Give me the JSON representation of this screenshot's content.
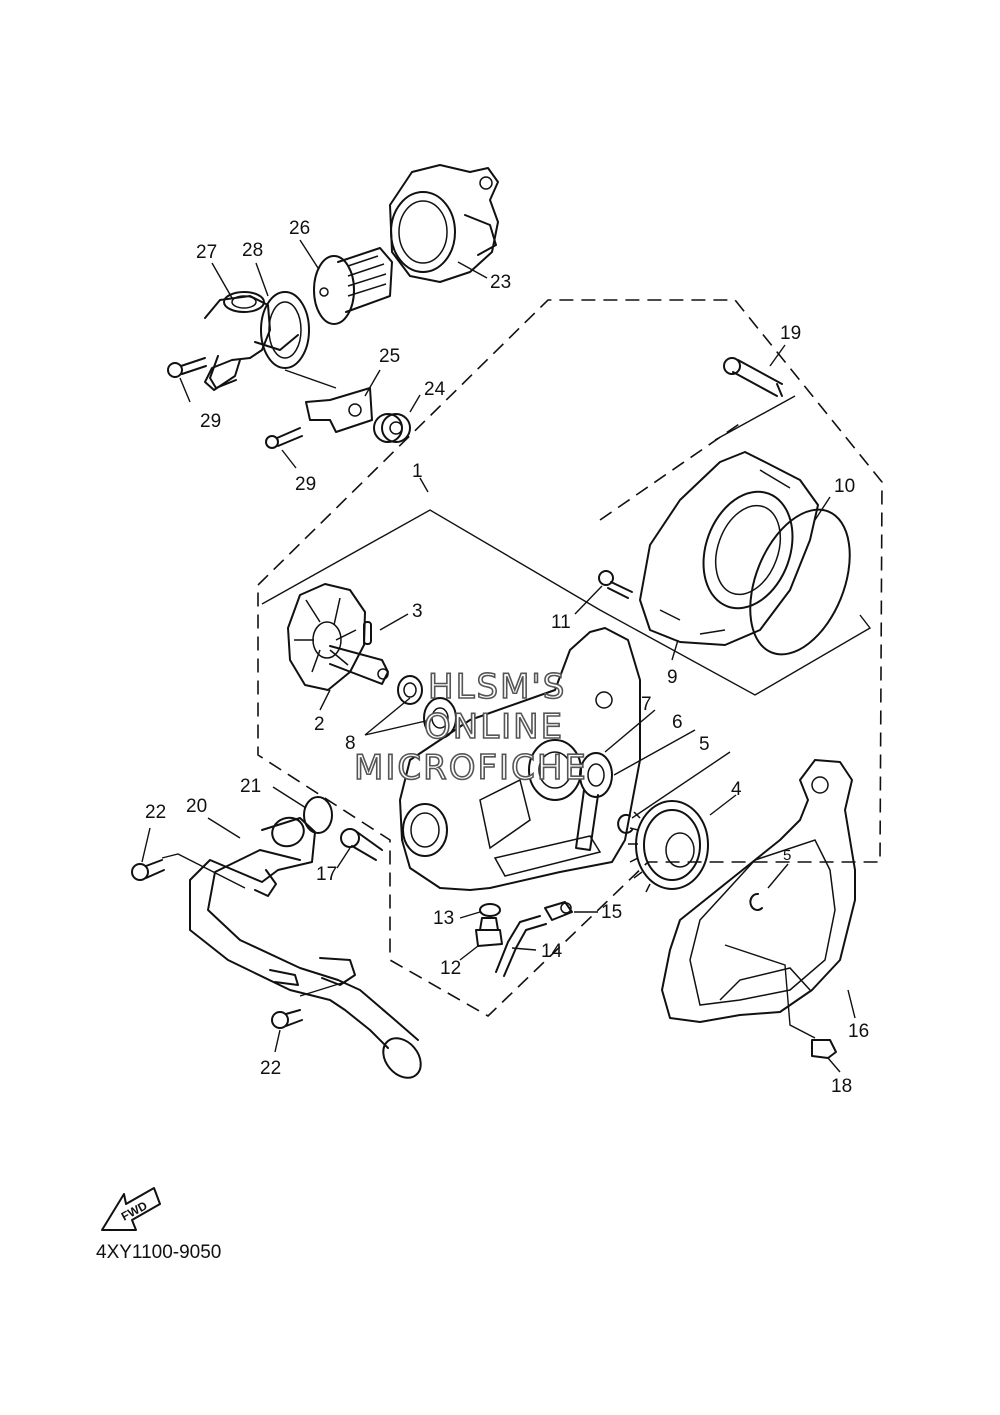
{
  "watermark": {
    "line1": "HLSM'S",
    "line2": "ONLINE",
    "line3": "MICROFICHE"
  },
  "fwd_label": "FWD",
  "diagram_code": "4XY1100-9050",
  "callouts": [
    "1",
    "2",
    "3",
    "4",
    "5",
    "5",
    "6",
    "7",
    "8",
    "9",
    "10",
    "11",
    "12",
    "13",
    "14",
    "15",
    "16",
    "17",
    "18",
    "19",
    "20",
    "21",
    "22",
    "22",
    "23",
    "24",
    "25",
    "26",
    "27",
    "28",
    "29",
    "29"
  ]
}
